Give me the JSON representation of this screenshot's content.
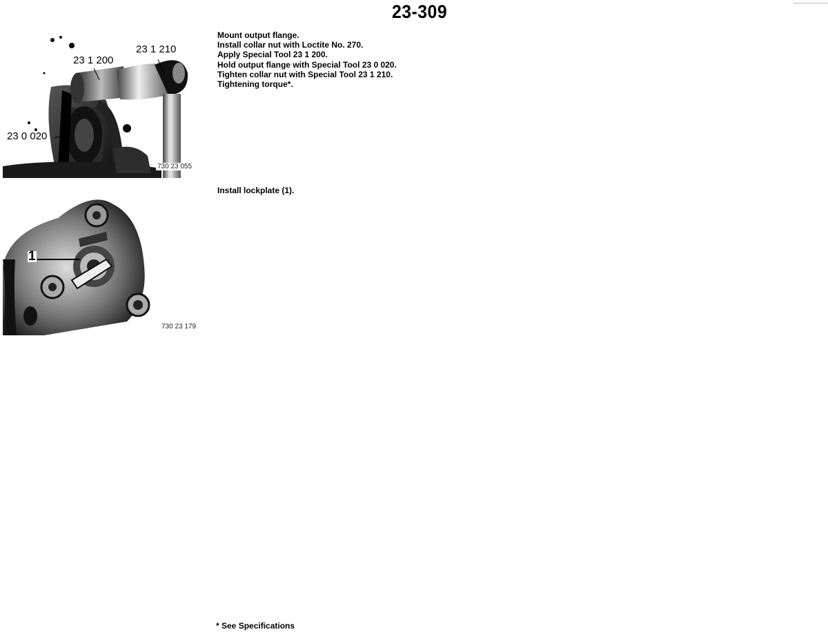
{
  "page": {
    "number": "23-309"
  },
  "steps": [
    {
      "lines": [
        "Mount output flange.",
        "Install collar nut with Loctite No. 270.",
        "Apply Special Tool 23 1 200.",
        "Hold output flange with Special Tool 23 0 020.",
        "Tighten collar nut with Special Tool 23 1 210.",
        "Tightening torque*."
      ],
      "figure": {
        "code": "730 23 055",
        "callouts": [
          "23 1 210",
          "23 1 200",
          "23 0 020"
        ]
      }
    },
    {
      "lines": [
        "Install lockplate (1)."
      ],
      "figure": {
        "code": "730 23 179",
        "callouts": [
          "1"
        ]
      }
    }
  ],
  "footnote": "* See Specifications"
}
